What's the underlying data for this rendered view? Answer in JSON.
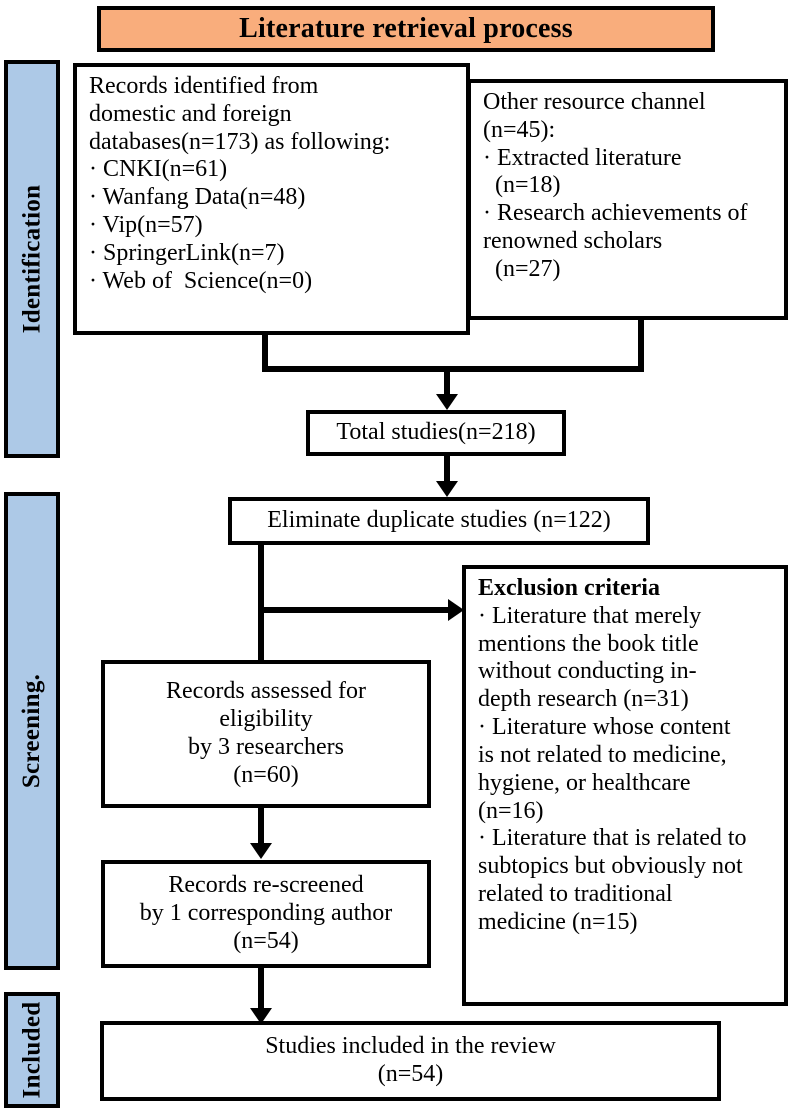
{
  "title": {
    "text": "Literature retrieval process",
    "background": "#f9ad7c"
  },
  "stages": [
    {
      "label": "Identification"
    },
    {
      "label": "Screening."
    },
    {
      "label": "Included"
    }
  ],
  "stage_color": "#adc9e7",
  "boxes": {
    "identified": {
      "lines": [
        "Records identified from",
        "domestic and foreign",
        "databases(n=173) as following:",
        "· CNKI(n=61)",
        "· Wanfang Data(n=48)",
        "· Vip(n=57)",
        "· SpringerLink(n=7)",
        "· Web of  Science(n=0)"
      ]
    },
    "other_resource": {
      "lines": [
        "Other resource channel",
        "(n=45):",
        "· Extracted literature",
        "  (n=18)",
        "· Research achievements of",
        "renowned scholars",
        "  (n=27)"
      ]
    },
    "total_studies": {
      "lines": [
        "Total studies(n=218)"
      ]
    },
    "eliminate_duplicates": {
      "lines": [
        "Eliminate duplicate studies (n=122)"
      ]
    },
    "exclusion": {
      "heading": "Exclusion criteria",
      "lines": [
        "· Literature that merely",
        "mentions the book title",
        "without conducting in-",
        "depth research (n=31)",
        "· Literature whose content",
        "is not related to medicine,",
        "hygiene, or healthcare",
        "(n=16)",
        "· Literature that is related to",
        "subtopics but obviously not",
        "related to traditional",
        "medicine (n=15)"
      ]
    },
    "assessed": {
      "lines": [
        "Records assessed for",
        "eligibility",
        "by 3 researchers",
        "(n=60)"
      ]
    },
    "rescreened": {
      "lines": [
        "Records re-screened",
        "by 1 corresponding author",
        "(n=54)"
      ]
    },
    "included": {
      "lines": [
        "Studies included in the review",
        "(n=54)"
      ]
    }
  }
}
